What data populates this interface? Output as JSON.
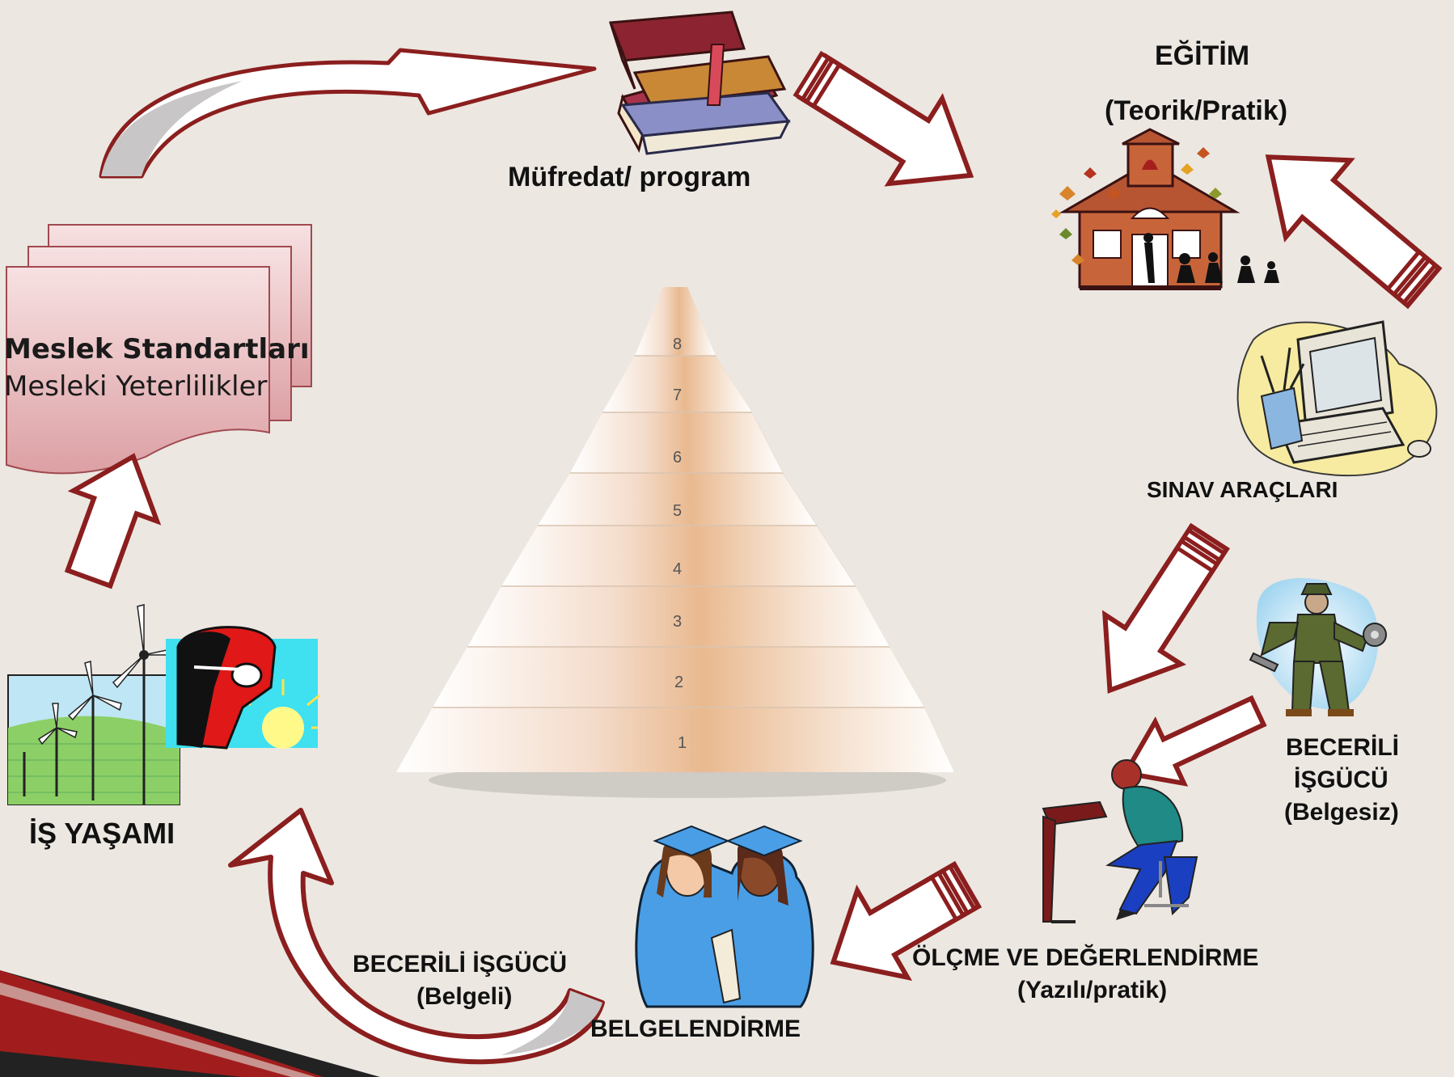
{
  "cycle": {
    "standards": {
      "line1": "Meslek Standartları",
      "line2": "Mesleki Yeterlilikler"
    },
    "curriculum": {
      "label": "Müfredat/ program"
    },
    "education": {
      "title": "EĞİTİM",
      "subtitle": "(Teorik/Pratik)"
    },
    "exam_tools": {
      "label": "SINAV ARAÇLARI"
    },
    "skilled_uncertified": {
      "line1": "BECERİLİ",
      "line2": "İŞGÜCÜ",
      "line3": "(Belgesiz)"
    },
    "assessment": {
      "line1": "ÖLÇME VE DEĞERLENDİRME",
      "line2": "(Yazılı/pratik)"
    },
    "certification": {
      "label": "BELGELENDİRME"
    },
    "skilled_certified": {
      "line1": "BECERİLİ İŞGÜCÜ",
      "line2": "(Belgeli)"
    },
    "work_life": {
      "label": "İŞ YAŞAMI"
    }
  },
  "pyramid": {
    "levels": [
      "1",
      "2",
      "3",
      "4",
      "5",
      "6",
      "7",
      "8"
    ]
  },
  "colors": {
    "arrow_outline": "#8b1e1e",
    "arrow_fill": "#ffffff",
    "doc_fill": "#e6b9bc",
    "background": "#ece7e1",
    "school_brick": "#c8643a"
  },
  "icons": [
    "books-icon",
    "schoolhouse-icon",
    "computer-icon",
    "mechanic-icon",
    "student-desk-icon",
    "graduates-icon",
    "wind-turbines-icon",
    "welder-icon"
  ]
}
